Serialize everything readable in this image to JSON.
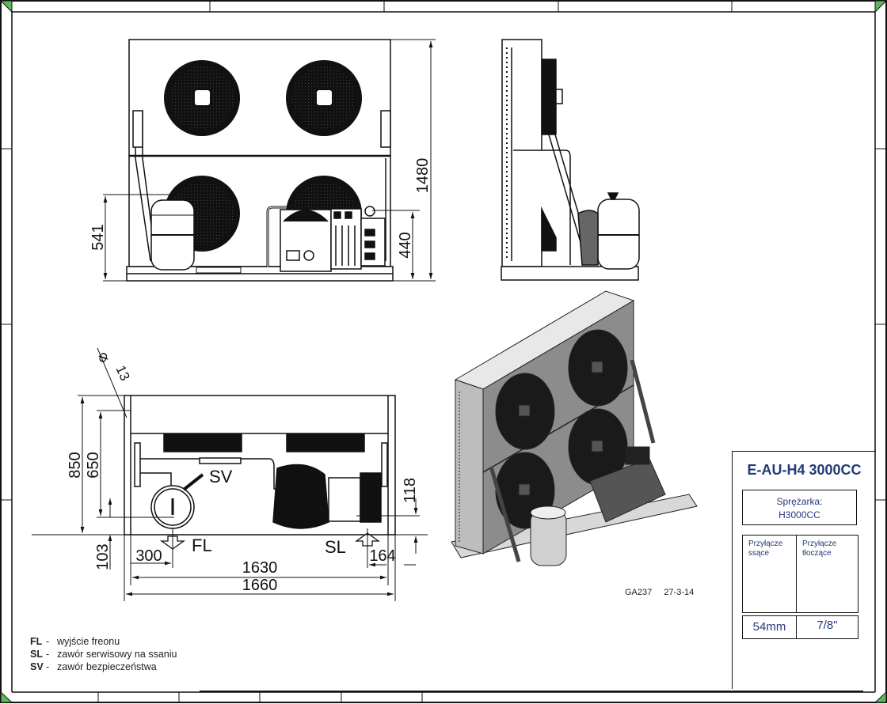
{
  "drawing": {
    "views": {
      "front": {
        "dimensions": {
          "overall_height": "1480",
          "receiver_height": "541",
          "compressor_height": "440"
        }
      },
      "top": {
        "dimensions": {
          "diameter_symbol": "Φ",
          "hole_diameter": "13",
          "depth_total": "850",
          "depth_inner": "650",
          "offset_bottom": "103",
          "offset_right": "118",
          "fl_offset": "300",
          "sl_offset": "164",
          "width_inner": "1630",
          "width_total": "1660"
        },
        "labels": {
          "sv": "SV",
          "fl": "FL",
          "sl": "SL"
        }
      }
    },
    "drawing_ref": {
      "code": "GA237",
      "date": "27-3-14"
    }
  },
  "legend": [
    {
      "code": "FL",
      "separator": "-",
      "text": "wyjście freonu"
    },
    {
      "code": "SL",
      "separator": "-",
      "text": "zawór serwisowy na ssaniu"
    },
    {
      "code": "SV",
      "separator": "-",
      "text": "zawór bezpieczeństwa"
    }
  ],
  "title_block": {
    "model": "E-AU-H4 3000CC",
    "compressor_label": "Sprężarka:",
    "compressor_value": "H3000CC",
    "suction_header": "Przyłącze ssące",
    "discharge_header": "Przyłącze tłoczące",
    "suction_size": "54mm",
    "discharge_size": "7/8\"",
    "accent_color": "#233a78"
  },
  "frame": {
    "corner_marker_color": "#5cb85c"
  }
}
